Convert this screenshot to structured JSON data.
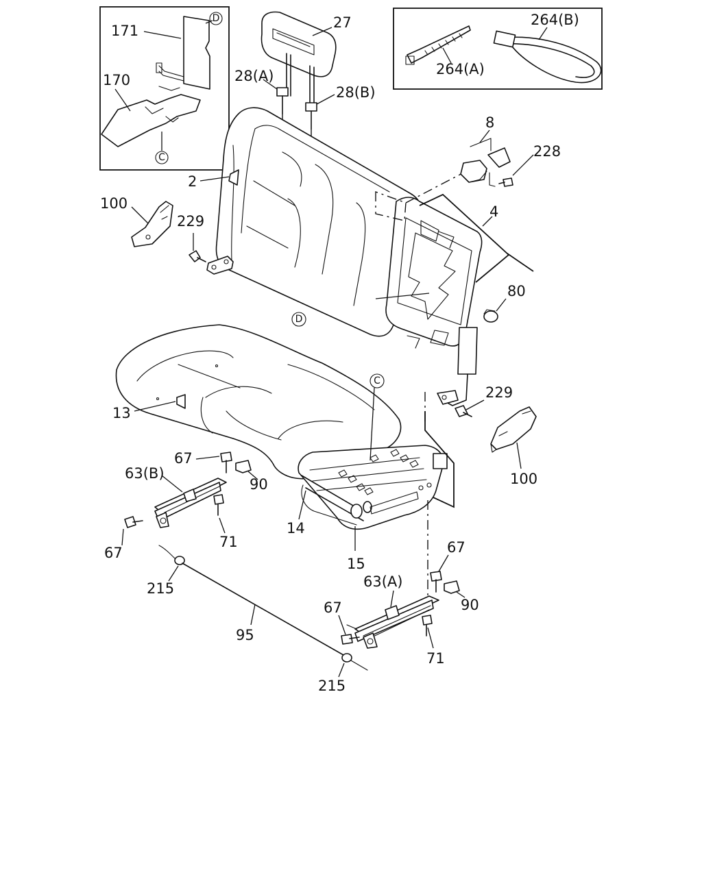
{
  "labels": {
    "p171": "171",
    "p170": "170",
    "p27": "27",
    "p28a": "28(A)",
    "p28b": "28(B)",
    "p264b": "264(B)",
    "p264a": "264(A)",
    "p8": "8",
    "p228": "228",
    "p2": "2",
    "p4": "4",
    "p100_left": "100",
    "p229_top": "229",
    "p80": "80",
    "pD_label": "D",
    "pC_label": "C",
    "p13": "13",
    "p229_right": "229",
    "p100_right": "100",
    "p67_a": "67",
    "p63b": "63(B)",
    "p90_left": "90",
    "p14": "14",
    "p67_b": "67",
    "p71_left": "71",
    "p15": "15",
    "p67_c": "67",
    "p215_top": "215",
    "p63a": "63(A)",
    "p90_right": "90",
    "p67_d": "67",
    "p95": "95",
    "p71_right": "71",
    "p215_bottom": "215"
  },
  "refs": {
    "inset_d": "D",
    "inset_c": "C"
  }
}
